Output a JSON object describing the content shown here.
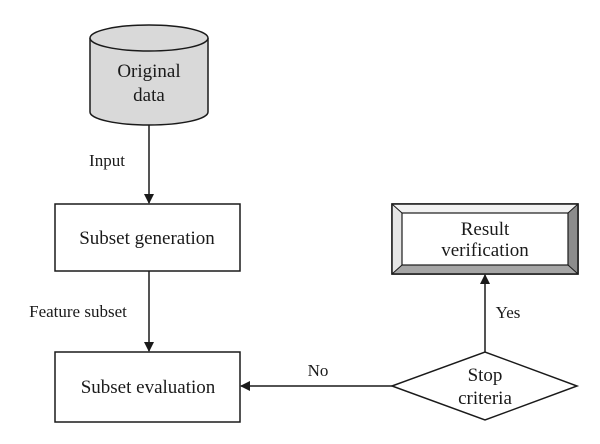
{
  "nodes": {
    "original_data": {
      "line1": "Original",
      "line2": "data"
    },
    "subset_generation": {
      "label": "Subset generation"
    },
    "subset_evaluation": {
      "label": "Subset evaluation"
    },
    "stop_criteria": {
      "line1": "Stop",
      "line2": "criteria"
    },
    "result_verification": {
      "line1": "Result",
      "line2": "verification"
    }
  },
  "edges": {
    "input": "Input",
    "feature_subset": "Feature subset",
    "no": "No",
    "yes": "Yes"
  },
  "colors": {
    "cylinder_fill": "#d9d9d9",
    "stroke": "#1a1a1a",
    "frame_light": "#f2f2f2",
    "frame_mid": "#bdbdbd",
    "frame_dark": "#8c8c8c"
  }
}
